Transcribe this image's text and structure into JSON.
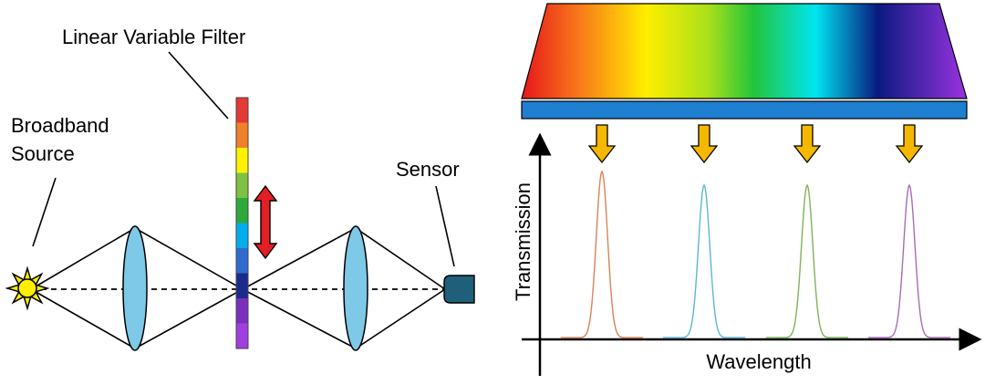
{
  "labels": {
    "filter": "Linear Variable Filter",
    "source_line1": "Broadband",
    "source_line2": "Source",
    "sensor": "Sensor",
    "y_axis": "Transmission",
    "x_axis": "Wavelength"
  },
  "filter_bands": [
    "#e53935",
    "#f0802a",
    "#fff200",
    "#7dc242",
    "#2eaa3a",
    "#00aeef",
    "#2f6bd0",
    "#1b2a8c",
    "#7b2fbe",
    "#a13ee0"
  ],
  "spectrum_stops": [
    {
      "offset": "0%",
      "color": "#e6161b"
    },
    {
      "offset": "12%",
      "color": "#f7721a"
    },
    {
      "offset": "28%",
      "color": "#ffee00"
    },
    {
      "offset": "42%",
      "color": "#a9e01b"
    },
    {
      "offset": "52%",
      "color": "#23c43a"
    },
    {
      "offset": "66%",
      "color": "#00e5f0"
    },
    {
      "offset": "80%",
      "color": "#0a1a80"
    },
    {
      "offset": "100%",
      "color": "#9a33e0"
    }
  ],
  "peaks": [
    {
      "color": "#d9825a"
    },
    {
      "color": "#5fb4d8"
    },
    {
      "color": "#7fb35a"
    },
    {
      "color": "#a86bb5"
    }
  ],
  "colors": {
    "lens": "#7ec8e8",
    "sensor": "#1f5f7a",
    "base_bar": "#1f7fd0",
    "arrow_down": "#f5b800",
    "arrow_updown": "#e31e24",
    "sun": "#ffee00"
  }
}
